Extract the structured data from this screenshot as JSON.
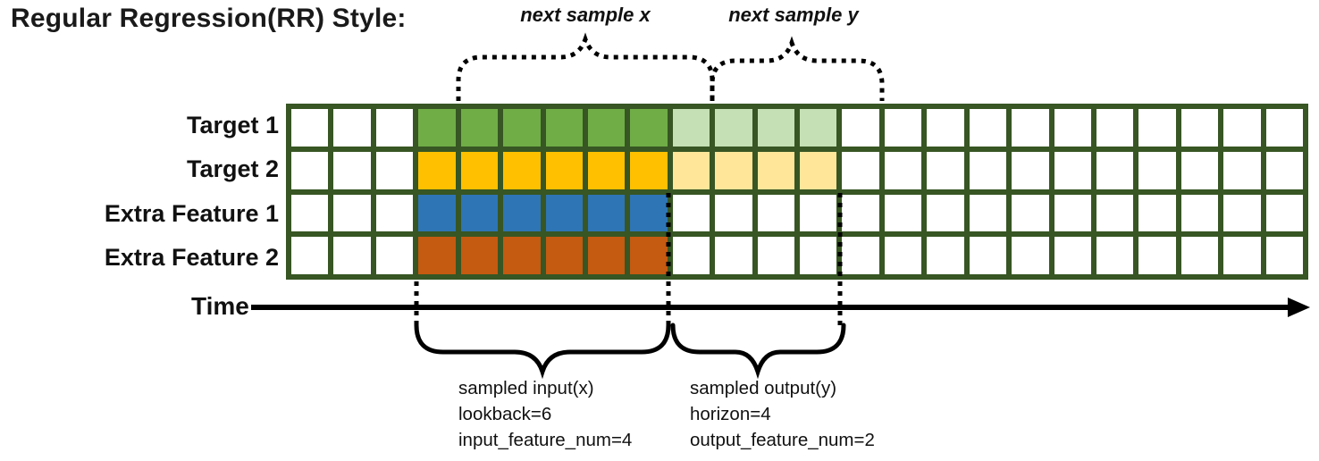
{
  "title": "Regular Regression(RR) Style:",
  "colors": {
    "w": "#FFFFFF",
    "g": "#70AD47",
    "lg": "#C5E0B4",
    "y": "#FFC000",
    "ly": "#FFE699",
    "b": "#2E75B6",
    "o": "#C55A11",
    "border": "#375623",
    "ink": "#000000"
  },
  "grid": {
    "columns": 24,
    "rows": [
      {
        "label": "Target 1",
        "cells": [
          "w",
          "w",
          "w",
          "g",
          "g",
          "g",
          "g",
          "g",
          "g",
          "lg",
          "lg",
          "lg",
          "lg",
          "w",
          "w",
          "w",
          "w",
          "w",
          "w",
          "w",
          "w",
          "w",
          "w",
          "w"
        ]
      },
      {
        "label": "Target 2",
        "cells": [
          "w",
          "w",
          "w",
          "y",
          "y",
          "y",
          "y",
          "y",
          "y",
          "ly",
          "ly",
          "ly",
          "ly",
          "w",
          "w",
          "w",
          "w",
          "w",
          "w",
          "w",
          "w",
          "w",
          "w",
          "w"
        ]
      },
      {
        "label": "Extra Feature 1",
        "cells": [
          "w",
          "w",
          "w",
          "b",
          "b",
          "b",
          "b",
          "b",
          "b",
          "w",
          "w",
          "w",
          "w",
          "w",
          "w",
          "w",
          "w",
          "w",
          "w",
          "w",
          "w",
          "w",
          "w",
          "w"
        ]
      },
      {
        "label": "Extra Feature 2",
        "cells": [
          "w",
          "w",
          "w",
          "o",
          "o",
          "o",
          "o",
          "o",
          "o",
          "w",
          "w",
          "w",
          "w",
          "w",
          "w",
          "w",
          "w",
          "w",
          "w",
          "w",
          "w",
          "w",
          "w",
          "w"
        ]
      }
    ]
  },
  "annotations": {
    "next_sample_x": "next sample x",
    "next_sample_y": "next sample y",
    "time_label": "Time",
    "input_block": {
      "line1": "sampled input(x)",
      "line2": "lookback=6",
      "line3": "input_feature_num=4"
    },
    "output_block": {
      "line1": "sampled output(y)",
      "line2": "horizon=4",
      "line3": "output_feature_num=2"
    }
  }
}
